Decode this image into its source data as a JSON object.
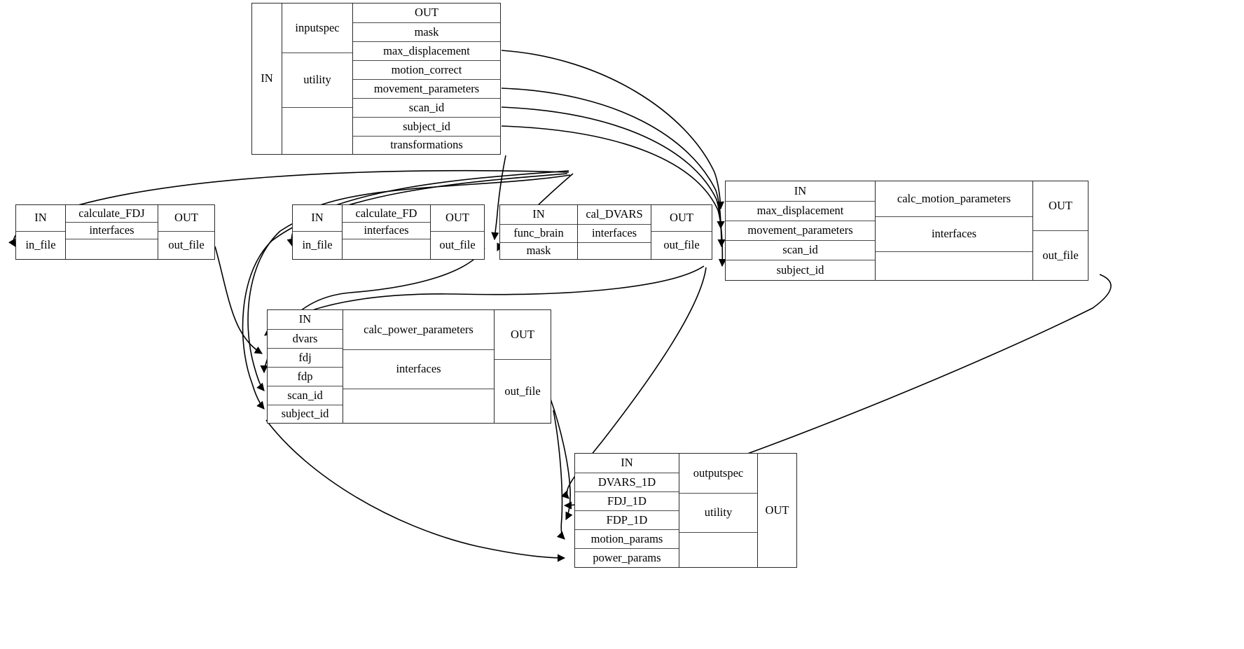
{
  "diagram": {
    "type": "workflow-graph",
    "title": "",
    "style": {
      "background": "#ffffff",
      "node_border": "#2a2a2a",
      "edge_color": "#000000",
      "text_color": "#000000"
    }
  },
  "nodes": {
    "inputspec": {
      "id": "inputspec",
      "in_header": "IN",
      "name": "inputspec",
      "interface": "utility",
      "out_header": "OUT",
      "in_ports": [],
      "out_ports": [
        "mask",
        "max_displacement",
        "motion_correct",
        "movement_parameters",
        "scan_id",
        "subject_id",
        "transformations"
      ]
    },
    "calculate_FDJ": {
      "id": "calculate_FDJ",
      "in_header": "IN",
      "name": "calculate_FDJ",
      "interface": "interfaces",
      "out_header": "OUT",
      "in_ports": [
        "in_file"
      ],
      "out_ports": [
        "out_file"
      ]
    },
    "calculate_FD": {
      "id": "calculate_FD",
      "in_header": "IN",
      "name": "calculate_FD",
      "interface": "interfaces",
      "out_header": "OUT",
      "in_ports": [
        "in_file"
      ],
      "out_ports": [
        "out_file"
      ]
    },
    "cal_DVARS": {
      "id": "cal_DVARS",
      "in_header": "IN",
      "name": "cal_DVARS",
      "interface": "interfaces",
      "out_header": "OUT",
      "in_ports": [
        "func_brain",
        "mask"
      ],
      "out_ports": [
        "out_file"
      ]
    },
    "calc_motion_parameters": {
      "id": "calc_motion_parameters",
      "in_header": "IN",
      "name": "calc_motion_parameters",
      "interface": "interfaces",
      "out_header": "OUT",
      "in_ports": [
        "max_displacement",
        "movement_parameters",
        "scan_id",
        "subject_id"
      ],
      "out_ports": [
        "out_file"
      ]
    },
    "calc_power_parameters": {
      "id": "calc_power_parameters",
      "in_header": "IN",
      "name": "calc_power_parameters",
      "interface": "interfaces",
      "out_header": "OUT",
      "in_ports": [
        "dvars",
        "fdj",
        "fdp",
        "scan_id",
        "subject_id"
      ],
      "out_ports": [
        "out_file"
      ]
    },
    "outputspec": {
      "id": "outputspec",
      "in_header": "IN",
      "name": "outputspec",
      "interface": "utility",
      "out_header": "OUT",
      "in_ports": [
        "DVARS_1D",
        "FDJ_1D",
        "FDP_1D",
        "motion_params",
        "power_params"
      ],
      "out_ports": []
    }
  },
  "edges": [
    {
      "from": "inputspec.motion_correct",
      "to": "calculate_FDJ.in_file"
    },
    {
      "from": "inputspec.transformations",
      "to": "calculate_FD.in_file"
    },
    {
      "from": "inputspec.motion_correct",
      "to": "cal_DVARS.func_brain"
    },
    {
      "from": "inputspec.mask",
      "to": "cal_DVARS.mask"
    },
    {
      "from": "inputspec.max_displacement",
      "to": "calc_motion_parameters.max_displacement"
    },
    {
      "from": "inputspec.movement_parameters",
      "to": "calc_motion_parameters.movement_parameters"
    },
    {
      "from": "inputspec.scan_id",
      "to": "calc_motion_parameters.scan_id"
    },
    {
      "from": "inputspec.subject_id",
      "to": "calc_motion_parameters.subject_id"
    },
    {
      "from": "inputspec.scan_id",
      "to": "calc_power_parameters.scan_id"
    },
    {
      "from": "inputspec.subject_id",
      "to": "calc_power_parameters.subject_id"
    },
    {
      "from": "cal_DVARS.out_file",
      "to": "calc_power_parameters.dvars"
    },
    {
      "from": "calculate_FDJ.out_file",
      "to": "calc_power_parameters.fdj"
    },
    {
      "from": "calculate_FD.out_file",
      "to": "calc_power_parameters.fdp"
    },
    {
      "from": "cal_DVARS.out_file",
      "to": "outputspec.DVARS_1D"
    },
    {
      "from": "calculate_FDJ.out_file",
      "to": "outputspec.FDJ_1D"
    },
    {
      "from": "calculate_FD.out_file",
      "to": "outputspec.FDP_1D"
    },
    {
      "from": "calc_motion_parameters.out_file",
      "to": "outputspec.motion_params"
    },
    {
      "from": "calc_power_parameters.out_file",
      "to": "outputspec.power_params"
    }
  ]
}
